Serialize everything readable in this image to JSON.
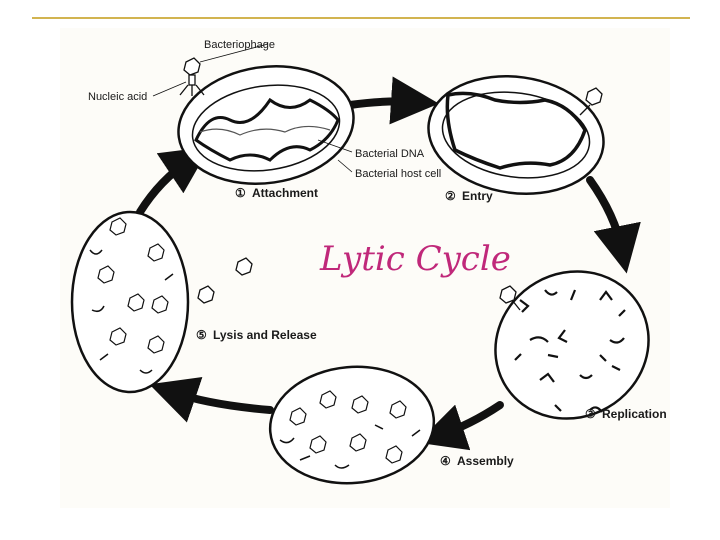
{
  "diagram": {
    "handwritten_title": "Lytic Cycle",
    "labels": {
      "bacteriophage": "Bacteriophage",
      "nucleic_acid": "Nucleic acid",
      "bacterial_dna": "Bacterial DNA",
      "bacterial_host_cell": "Bacterial host cell"
    },
    "steps": [
      {
        "number": "①",
        "name": "Attachment"
      },
      {
        "number": "②",
        "name": "Entry"
      },
      {
        "number": "③",
        "name": "Replication"
      },
      {
        "number": "④",
        "name": "Assembly"
      },
      {
        "number": "⑤",
        "name": "Lysis and Release"
      }
    ]
  }
}
